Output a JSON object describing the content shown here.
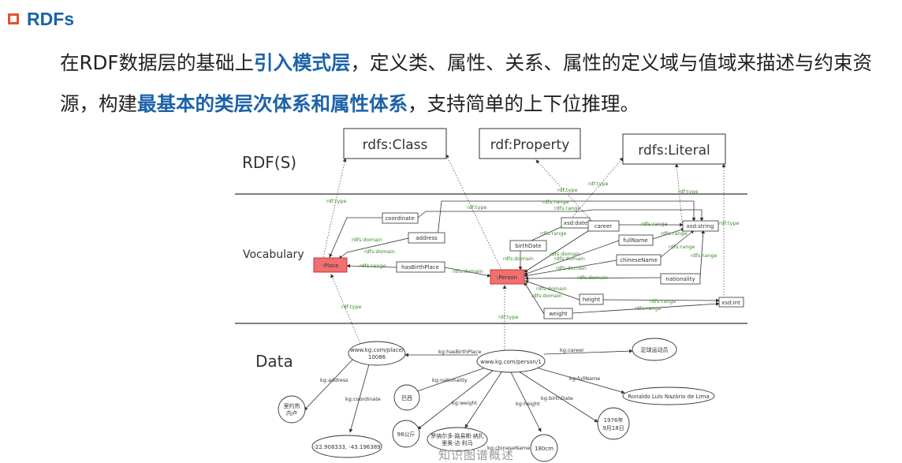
{
  "header": {
    "title": "RDFs",
    "icon": "square-outline-icon",
    "icon_color": "#e8502c",
    "title_color": "#1a62a8"
  },
  "intro": {
    "p1": "在RDF数据层的基础上",
    "h1": "引入模式层",
    "p2": "，定义类、属性、关系、属性的定义域与值域来描述与约束资源，构建",
    "h2": "最基本的类层次体系和属性体系",
    "p3": "，支持简单的上下位推理。"
  },
  "layers": {
    "rdfs": "RDF(S)",
    "vocabulary": "Vocabulary",
    "data": "Data"
  },
  "schema": {
    "class": "rdfs:Class",
    "property": "rdf:Property",
    "literal": "rdfs:Literal"
  },
  "vocab": {
    "place": ":Place",
    "person": ":Person",
    "coordinate": "coordinate",
    "address": "address",
    "hasBirthPlace": "hasBirthPlace",
    "birthDate": "birthDate",
    "xsddate": "xsd:date",
    "career": "career",
    "fullName": "fullName",
    "chineseName": "chineseName",
    "nationality": "nationality",
    "height": "height",
    "weight": "weight",
    "xsdstring": "xsd:string",
    "xsdint": "xsd:int"
  },
  "edges": {
    "rdftype": "rdf:type",
    "rdfsdomain": "rdfs:domain",
    "rdfsrange": "rdfs:range"
  },
  "data": {
    "place": "www.kg.com/place/",
    "place_id": "10086",
    "person": "www.kg.com/person/1",
    "address_val1": "里约热",
    "address_val2": "内卢",
    "coord_val": "-22.908333, -43.196389",
    "nationality_val": "巴西",
    "weight_val": "98公斤",
    "chinese_val1": "罗纳尔多·路易斯·纳扎",
    "chinese_val2": "里奥·达·利马",
    "height_val": "180cm",
    "birth_val1": "1976年",
    "birth_val2": "9月18日",
    "fullname_val": "Ronaldo Luís Nazário de Lima",
    "career_val": "足球运动员",
    "e_hasBirthPlace": "kg:hasBirthPlace",
    "e_career": "kg:career",
    "e_address": "kg:address",
    "e_coordinate": "kg:coordinate",
    "e_nationality": "kg:nationality",
    "e_weight": "kg:weight",
    "e_height": "kg:height",
    "e_chineseName": "kg:chineseName",
    "e_birthDate": "kg:birthDate",
    "e_fullName": "kg:fullName"
  },
  "watermark": "知识图谱概述",
  "colors": {
    "class_fill": "#f07070",
    "class_stroke": "#c83232",
    "edge_green": "#3a8a2a"
  }
}
